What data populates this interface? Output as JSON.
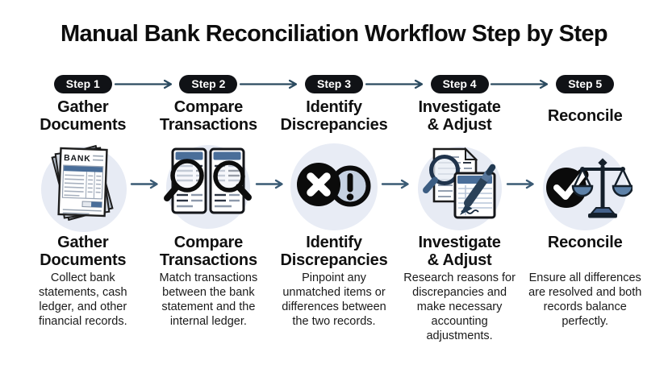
{
  "title": "Manual Bank Reconciliation Workflow Step by Step",
  "colors": {
    "badge_bg": "#101216",
    "badge_text": "#ffffff",
    "flow_arrow": "#2b4a5f",
    "icon_circle_bg": "#e7ebf4",
    "slate_blue": "#4a6e99",
    "steel_blue": "#5d81a8",
    "body_text": "#1a1a1a"
  },
  "icon_labels": {
    "bank_text": "BANK"
  },
  "steps": [
    {
      "badge": "Step 1",
      "title": "Gather\nDocuments",
      "icon": "bank-statements-stack-icon",
      "description": "Collect bank\nstatements, cash\nledger, and other\nfinancial records."
    },
    {
      "badge": "Step 2",
      "title": "Compare\nTransactions",
      "icon": "magnifier-documents-compare-icon",
      "description": "Match transactions\nbetween the bank\nstatement and the\ninternal ledger."
    },
    {
      "badge": "Step 3",
      "title": "Identify\nDiscrepancies",
      "icon": "cross-exclamation-icon",
      "description": "Pinpoint any\nunmatched items or\ndifferences between\nthe two records."
    },
    {
      "badge": "Step 4",
      "title": "Investigate\n& Adjust",
      "icon": "magnifier-ledger-pen-icon",
      "description": "Research reasons for\ndiscrepancies and\nmake necessary\naccounting\nadjustments."
    },
    {
      "badge": "Step 5",
      "title": "Reconcile",
      "icon": "checkmark-balance-scale-icon",
      "description": "Ensure all differences\nare resolved and both\nrecords balance\nperfectly."
    }
  ]
}
